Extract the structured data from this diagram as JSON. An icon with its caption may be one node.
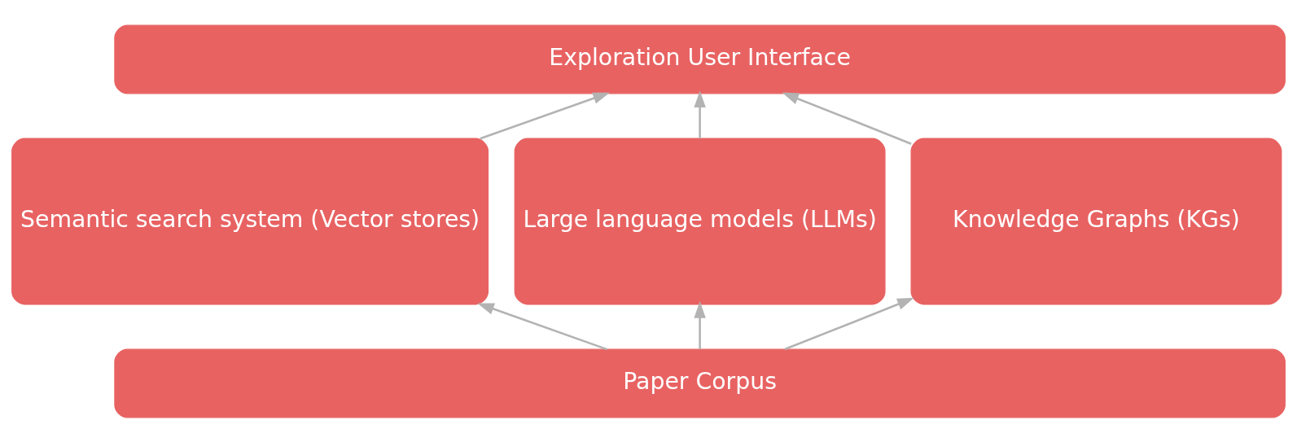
{
  "diagram": {
    "nodes": [
      {
        "text": [
          "Exploration User Interface"
        ]
      },
      {
        "text": [
          "Semantic search system (Vector stores)"
        ]
      },
      {
        "text": [
          "Large language models (LLMs)"
        ]
      },
      {
        "text": [
          "Knowledge Graphs (KGs)"
        ]
      },
      {
        "text": [
          "Paper Corpus"
        ]
      }
    ],
    "edges": [
      {
        "from": 1,
        "to": 0,
        "arrow": "to"
      },
      {
        "from": 2,
        "to": 0,
        "arrow": "to"
      },
      {
        "from": 3,
        "to": 0,
        "arrow": "to"
      },
      {
        "from": 4,
        "to": 1,
        "arrow": "to"
      },
      {
        "from": 4,
        "to": 2,
        "arrow": "to"
      },
      {
        "from": 4,
        "to": 3,
        "arrow": "to"
      }
    ]
  }
}
